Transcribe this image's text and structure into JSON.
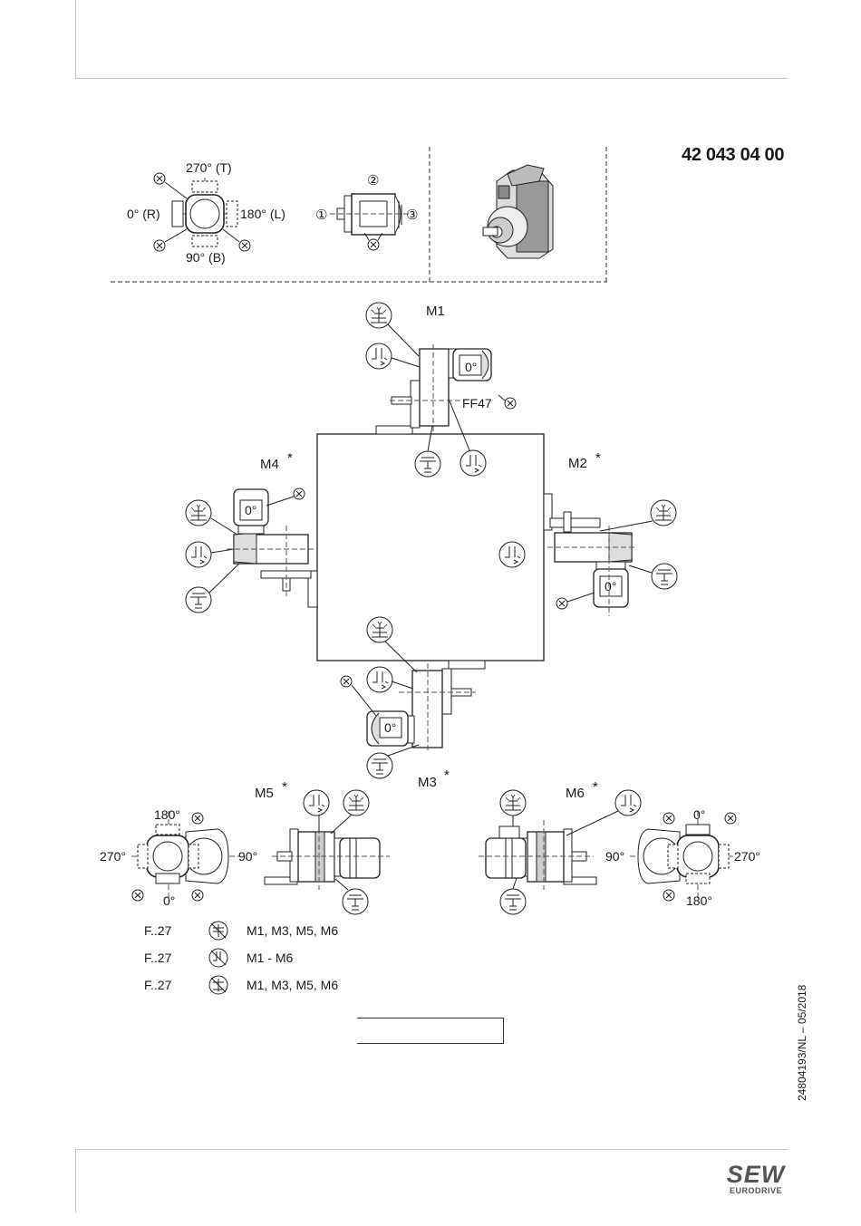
{
  "document": {
    "number": "42 043 04 00",
    "side_text": "24804193/NL – 05/2018",
    "logo_main": "SEW",
    "logo_sub": "EURODRIVE"
  },
  "terminal_box_positions": {
    "top": "270° (T)",
    "left": "0° (R)",
    "right": "180° (L)",
    "bottom": "90° (B)",
    "cable_marker": "X"
  },
  "cable_entry": {
    "pos1": "①",
    "pos2": "②",
    "pos3": "③",
    "marker": "X"
  },
  "mounting_positions": {
    "m1": "M1",
    "m2": "M2",
    "m3": "M3",
    "m4": "M4",
    "m5": "M5",
    "m6": "M6",
    "star": "*",
    "gearbox_type": "FF47",
    "box_label": "0°"
  },
  "m5_angles": {
    "top": "180°",
    "left": "270°",
    "right": "90°",
    "bottom": "0°"
  },
  "m6_angles": {
    "top": "0°",
    "left": "90°",
    "right": "270°",
    "bottom": "180°"
  },
  "legend": [
    {
      "type": "F..27",
      "positions": "M1, M3, M5, M6"
    },
    {
      "type": "F..27",
      "positions": "M1 - M6"
    },
    {
      "type": "F..27",
      "positions": "M1, M3, M5, M6"
    }
  ]
}
